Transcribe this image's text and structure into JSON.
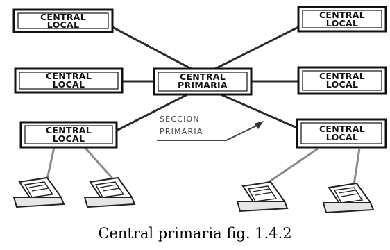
{
  "diagram": {
    "nodes": {
      "local_top_left": {
        "line1": "CENTRAL",
        "line2": "LOCAL"
      },
      "local_mid_left": {
        "line1": "CENTRAL",
        "line2": "LOCAL"
      },
      "local_bottom_left": {
        "line1": "CENTRAL",
        "line2": "LOCAL"
      },
      "local_top_right": {
        "line1": "CENTRAL",
        "line2": "LOCAL"
      },
      "local_mid_right": {
        "line1": "CENTRAL",
        "line2": "LOCAL"
      },
      "local_bottom_right": {
        "line1": "CENTRAL",
        "line2": "LOCAL"
      },
      "primaria_center": {
        "line1": "CENTRAL",
        "line2": "PRIMARIA"
      }
    },
    "section_label": {
      "line1": "SECCION",
      "line2": "PRIMARIA"
    },
    "caption": "Central primaria fig. 1.4.2"
  }
}
